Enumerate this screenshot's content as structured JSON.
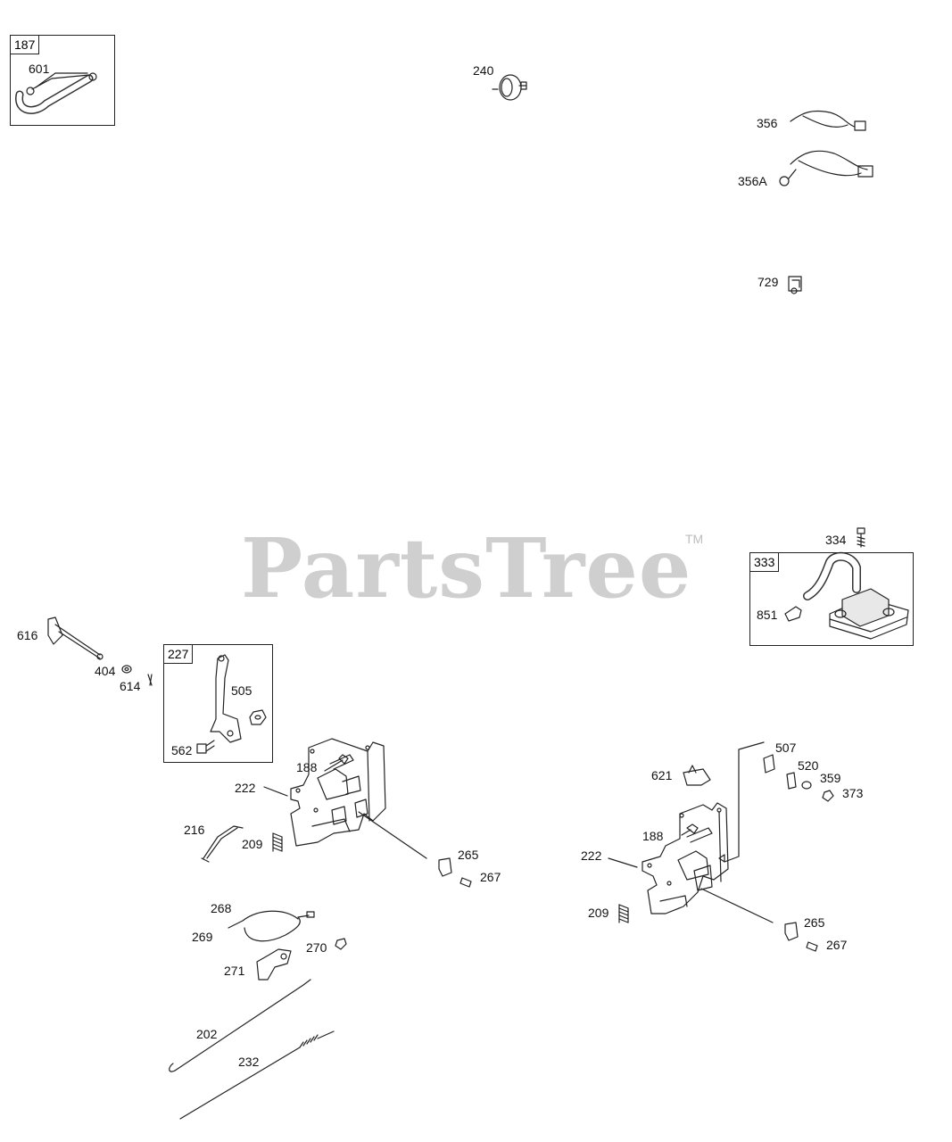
{
  "watermark": {
    "text": "PartsTree",
    "tm": "TM"
  },
  "boxes": {
    "b187": "187",
    "b227": "227",
    "b333": "333"
  },
  "labels": {
    "p601": "601",
    "p240": "240",
    "p356": "356",
    "p356A": "356A",
    "p729": "729",
    "p334": "334",
    "p851": "851",
    "p616": "616",
    "p404": "404",
    "p614": "614",
    "p505": "505",
    "p562": "562",
    "p188a": "188",
    "p222a": "222",
    "p216": "216",
    "p209a": "209",
    "p265a": "265",
    "p267a": "267",
    "p268": "268",
    "p269": "269",
    "p270": "270",
    "p271": "271",
    "p202": "202",
    "p232": "232",
    "p507": "507",
    "p520": "520",
    "p359": "359",
    "p373": "373",
    "p621": "621",
    "p188b": "188",
    "p222b": "222",
    "p209b": "209",
    "p265b": "265",
    "p267b": "267"
  }
}
